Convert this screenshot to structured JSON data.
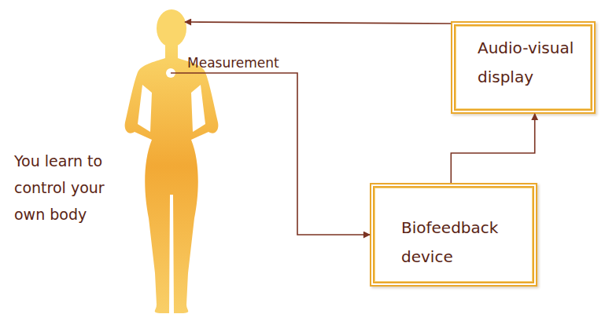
{
  "diagram": {
    "nodes": [
      {
        "text": [
          "Measurement"
        ]
      },
      {
        "text": [
          "Audio-visual display"
        ]
      },
      {
        "text": [
          "Biofeedback device"
        ]
      }
    ],
    "edges": [
      {
        "from": 0,
        "to": 2,
        "arrow": "to"
      },
      {
        "from": 2,
        "to": 1,
        "arrow": "to"
      },
      {
        "from": 1,
        "to": 0,
        "arrow": "to"
      }
    ],
    "labels": [
      "You learn to control your own body"
    ]
  }
}
